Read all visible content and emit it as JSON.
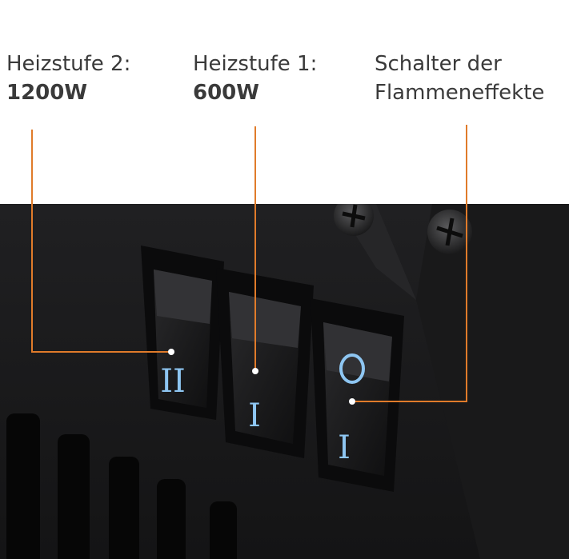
{
  "labels": {
    "heizstufe_2": {
      "line1": "Heizstufe 2:",
      "line2": "1200W"
    },
    "heizstufe_1": {
      "line1": "Heizstufe 1:",
      "line2": "600W"
    },
    "flame_switch": {
      "line1": "Schalter der",
      "line2": "Flammeneffekte"
    }
  },
  "switches": [
    {
      "symbol": "II"
    },
    {
      "symbol": "I"
    },
    {
      "symbol_top": "O",
      "symbol_bottom": "I"
    }
  ],
  "colors": {
    "leader_line": "#e07b2a",
    "housing": "#1c1c1e",
    "switch_symbol": "#8ec6f2",
    "text": "#3a3a3a"
  }
}
